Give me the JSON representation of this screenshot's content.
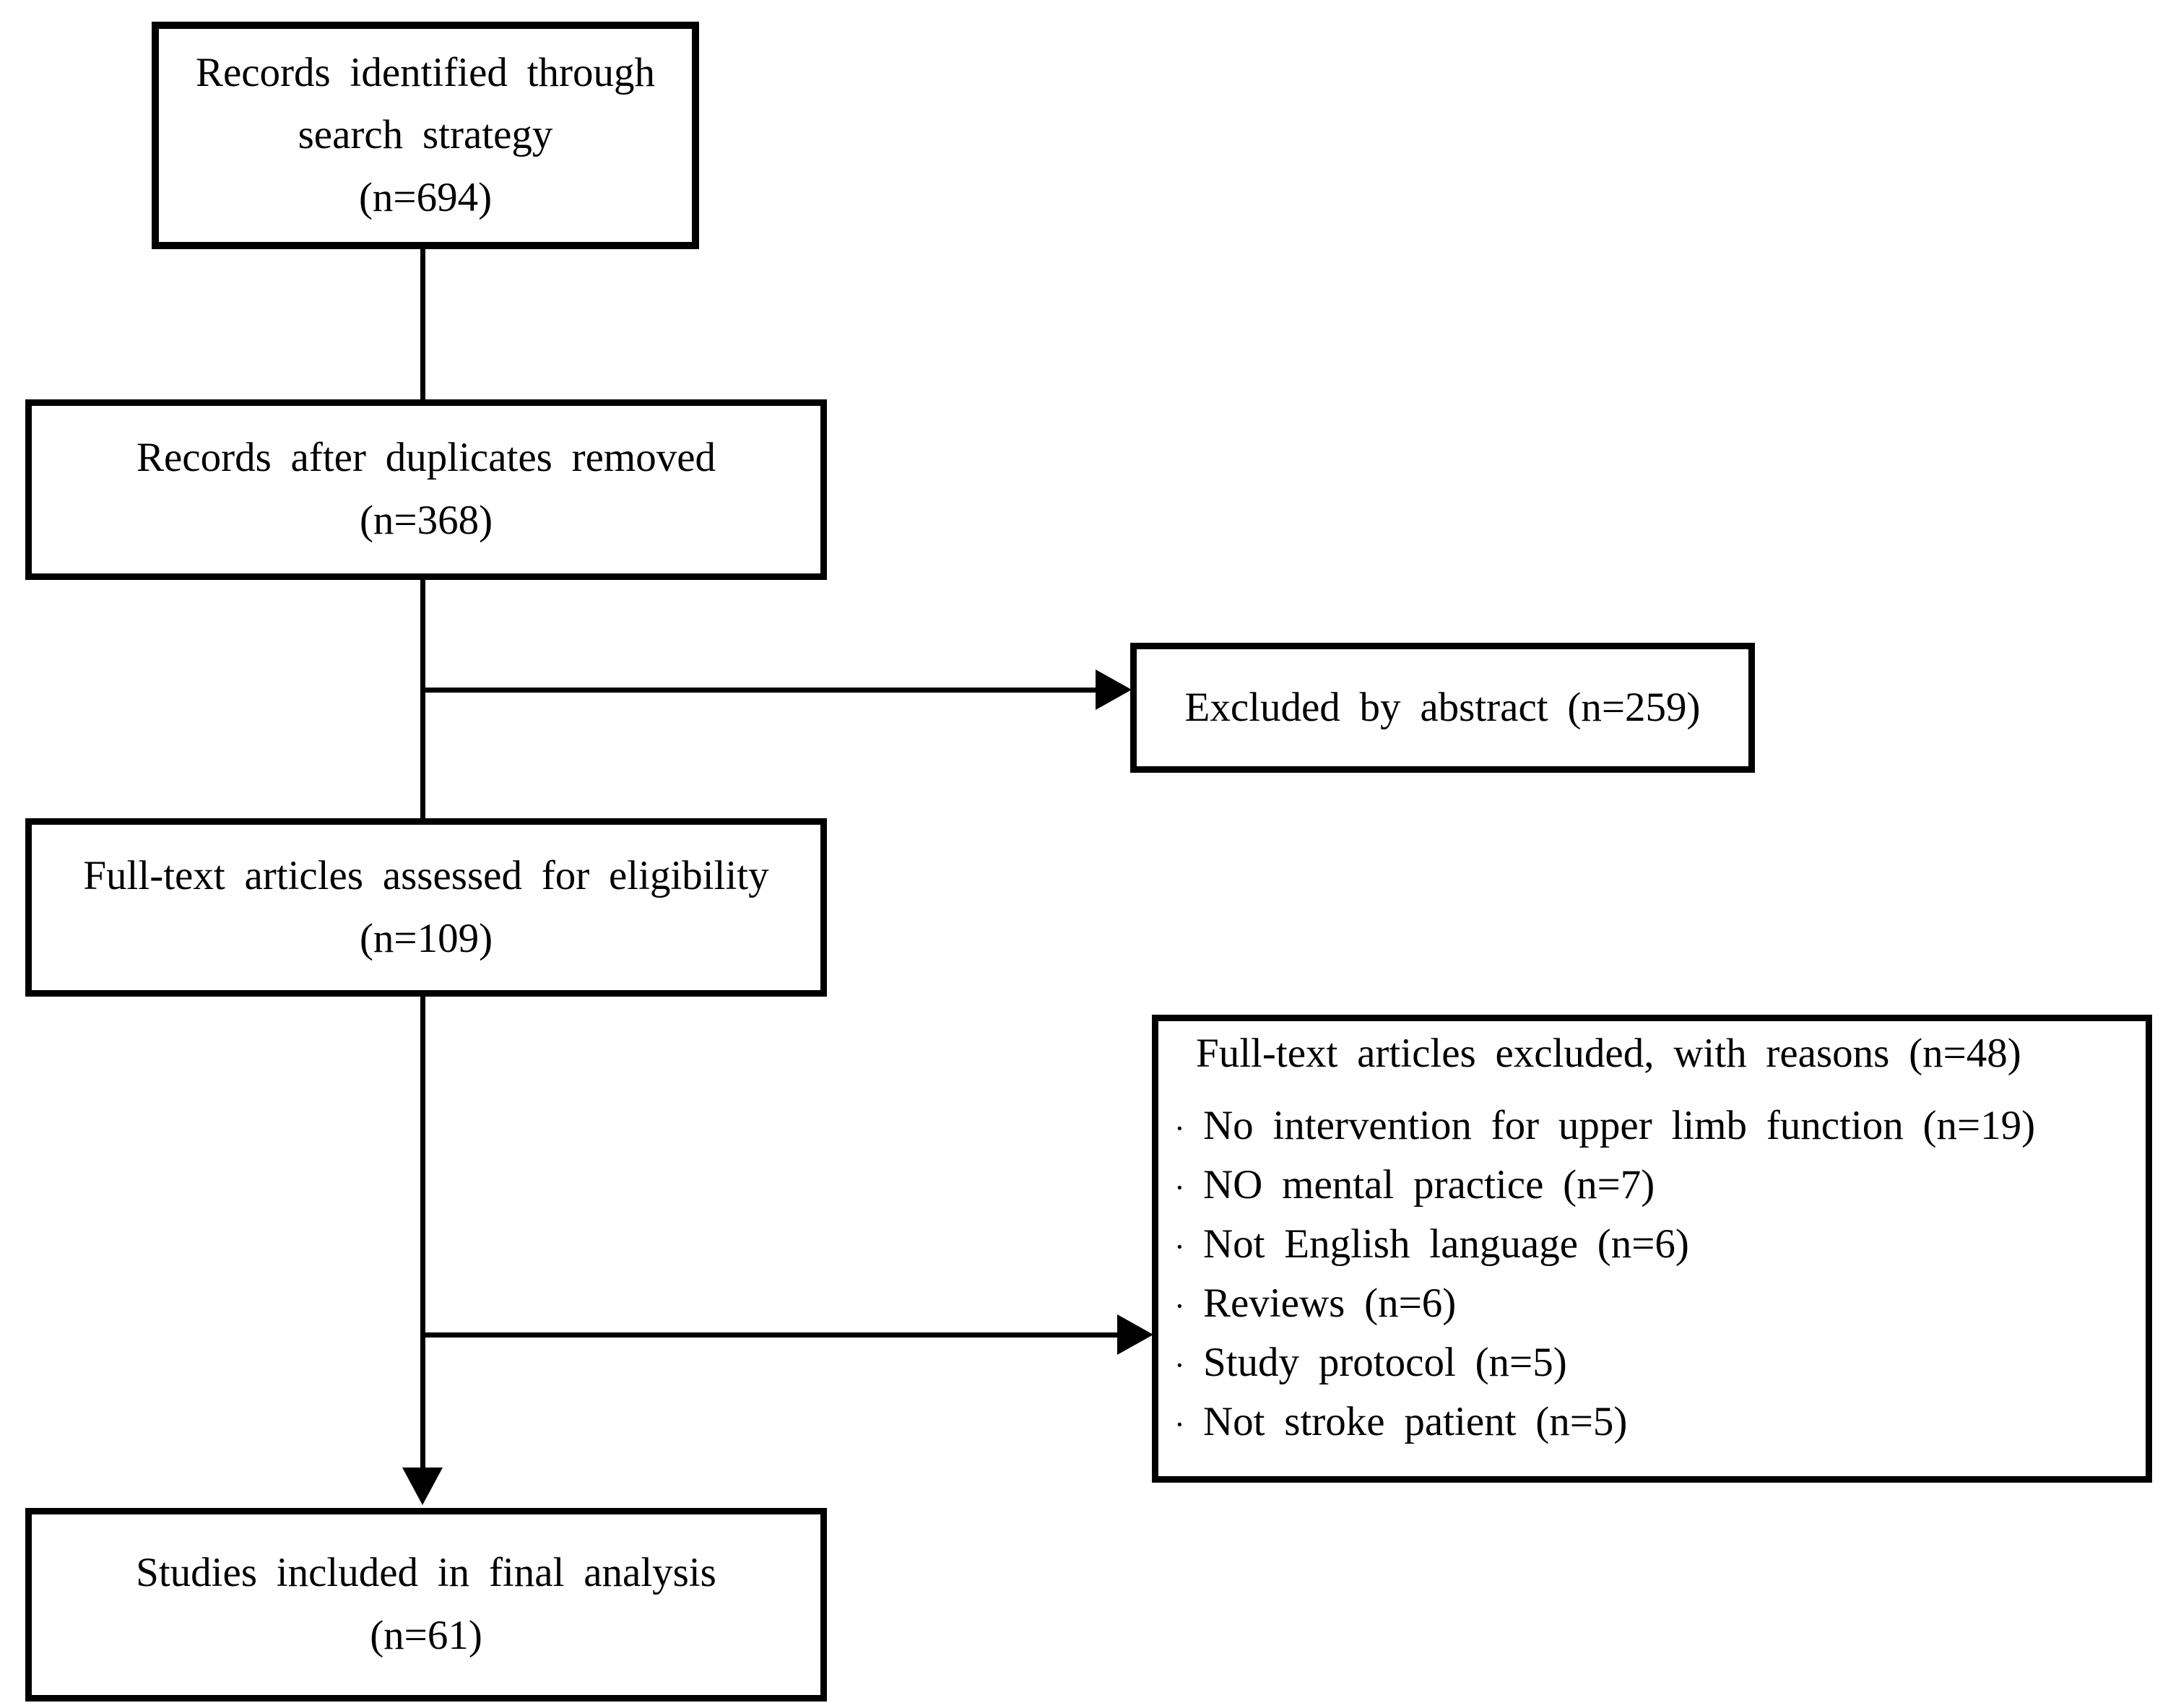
{
  "colors": {
    "text": "#000000",
    "line": "#000000",
    "background": "#ffffff"
  },
  "boxes": {
    "identified": {
      "line1": "Records identified through",
      "line2": "search strategy",
      "count": "(n=694)"
    },
    "duplicates_removed": {
      "line1": "Records after duplicates removed",
      "count": "(n=368)"
    },
    "excluded_abstract": {
      "label": "Excluded by abstract (n=259)"
    },
    "fulltext_assessed": {
      "line1": "Full-text articles assessed for eligibility",
      "count": "(n=109)"
    },
    "fulltext_excluded": {
      "title": "Full-text articles excluded, with reasons (n=48)",
      "bullet_char": "·",
      "reasons": [
        "No intervention for upper limb function (n=19)",
        "NO mental practice (n=7)",
        "Not English language (n=6)",
        "Reviews (n=6)",
        "Study protocol (n=5)",
        "Not stroke patient (n=5)"
      ]
    },
    "included": {
      "line1": "Studies included in final analysis",
      "count": "(n=61)"
    }
  }
}
